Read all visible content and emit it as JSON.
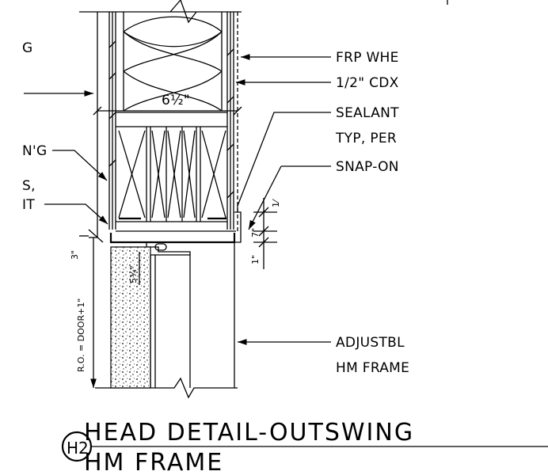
{
  "labels": {
    "left_g": "G",
    "left_ng": "N'G",
    "left_s": "S,",
    "left_it": "IT",
    "frp": "FRP WHE",
    "cdx": "1/2\" CDX",
    "sealant": "SEALANT",
    "typper": "TYP, PER",
    "snapon": "SNAP-ON",
    "adjustbl": "ADJUSTBL",
    "hmframe": "HM FRAME"
  },
  "dims": {
    "six_half": "6½\"",
    "one_eighth": "1⁄",
    "seven_sixteenth": "7\"",
    "quarter": "1\"",
    "three_eighth": "3\"",
    "five_three_quarter": "5¾\"",
    "ro": "R.O. = DOOR+1\""
  },
  "title": {
    "tag": "H2",
    "line1": "HEAD DETAIL-OUTSWING",
    "line2": "HM FRAME"
  }
}
